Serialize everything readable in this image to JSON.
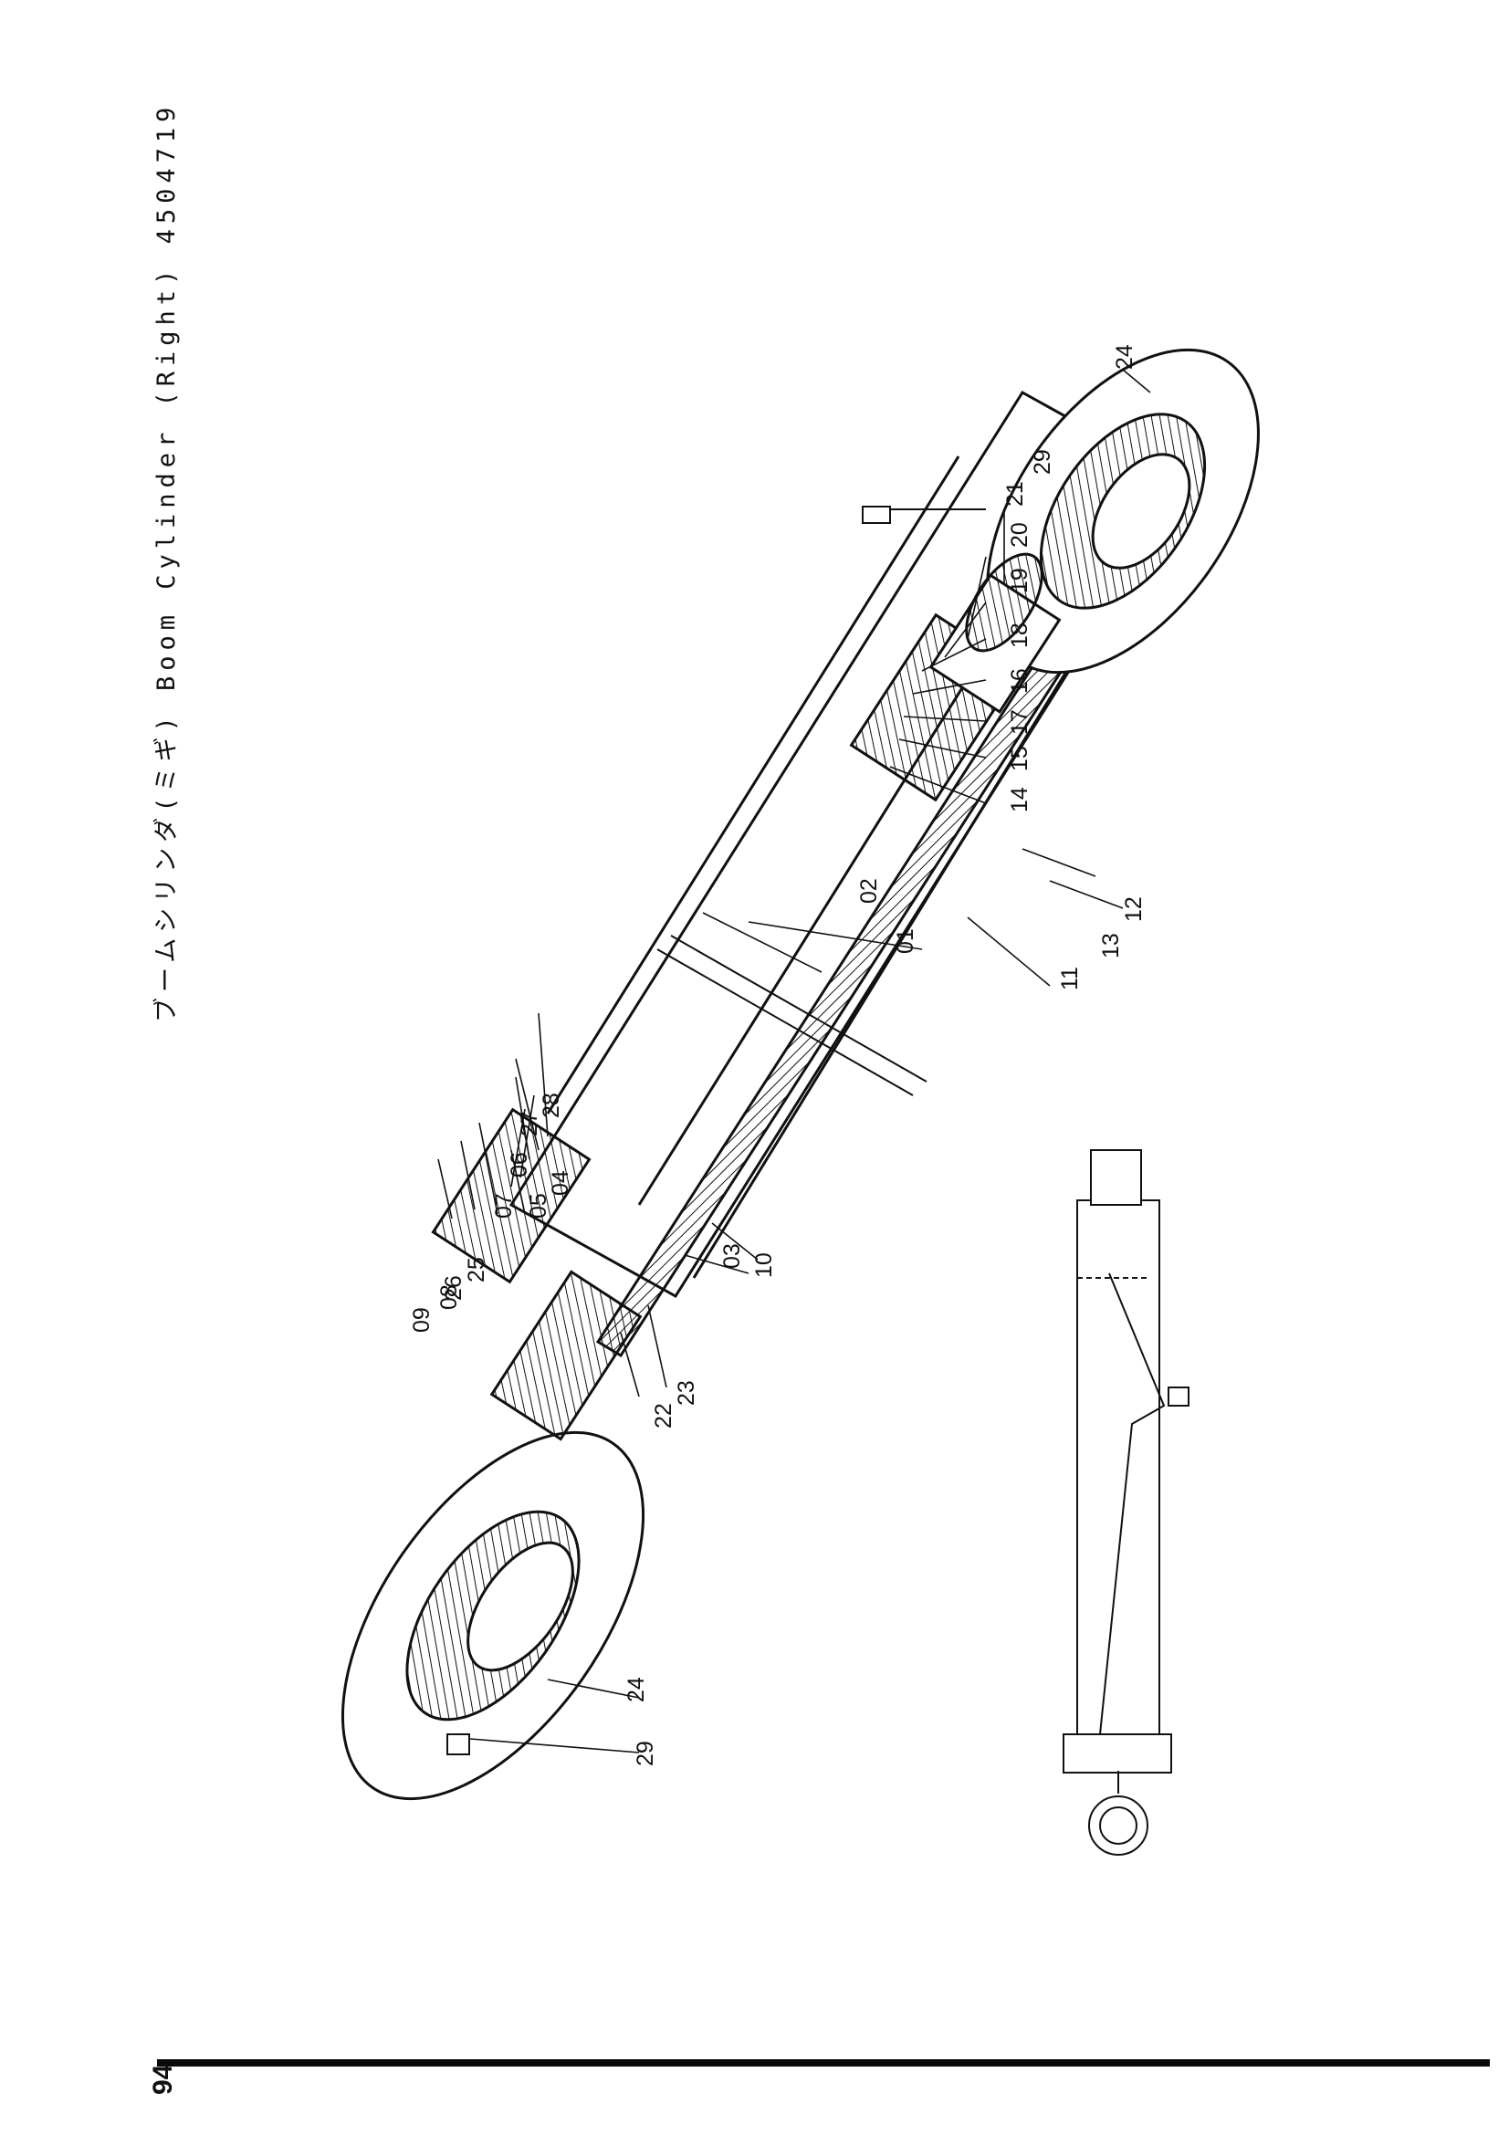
{
  "page": {
    "title": "ブームシリンダ(ミギ)  Boom Cylinder (Right) 4504719",
    "page_number": "94"
  },
  "callouts": [
    {
      "id": "01",
      "label": "01"
    },
    {
      "id": "02",
      "label": "02"
    },
    {
      "id": "03",
      "label": "03"
    },
    {
      "id": "04",
      "label": "04"
    },
    {
      "id": "05",
      "label": "05"
    },
    {
      "id": "06",
      "label": "06"
    },
    {
      "id": "07",
      "label": "07"
    },
    {
      "id": "08",
      "label": "08"
    },
    {
      "id": "09",
      "label": "09"
    },
    {
      "id": "10",
      "label": "10"
    },
    {
      "id": "11",
      "label": "11"
    },
    {
      "id": "12",
      "label": "12"
    },
    {
      "id": "13",
      "label": "13"
    },
    {
      "id": "14",
      "label": "14"
    },
    {
      "id": "15",
      "label": "15"
    },
    {
      "id": "16",
      "label": "16"
    },
    {
      "id": "17",
      "label": "17"
    },
    {
      "id": "18",
      "label": "18"
    },
    {
      "id": "19",
      "label": "19"
    },
    {
      "id": "20",
      "label": "20"
    },
    {
      "id": "21",
      "label": "21"
    },
    {
      "id": "22",
      "label": "22"
    },
    {
      "id": "23",
      "label": "23"
    },
    {
      "id": "24",
      "label": "24"
    },
    {
      "id": "24b",
      "label": "24"
    },
    {
      "id": "25",
      "label": "25"
    },
    {
      "id": "26",
      "label": "26"
    },
    {
      "id": "27",
      "label": "27"
    },
    {
      "id": "28",
      "label": "28"
    },
    {
      "id": "29",
      "label": "29"
    },
    {
      "id": "29b",
      "label": "29"
    }
  ]
}
